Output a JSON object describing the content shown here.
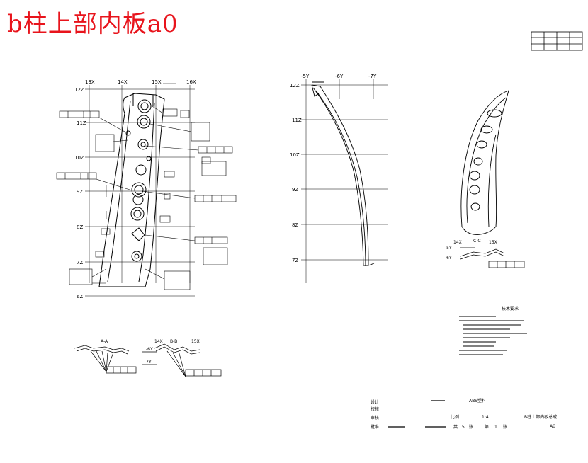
{
  "title": "b柱上部内板a0",
  "front_view": {
    "x_grid": [
      "13X",
      "14X",
      "15X",
      "16X"
    ],
    "z_grid": [
      "12Z",
      "11Z",
      "10Z",
      "9Z",
      "8Z",
      "7Z",
      "6Z"
    ]
  },
  "side_view": {
    "y_grid": [
      "-5Y",
      "-6Y",
      "-7Y"
    ],
    "z_grid": [
      "12Z",
      "11Z",
      "10Z",
      "9Z",
      "8Z",
      "7Z"
    ]
  },
  "sections": {
    "aa_label": "A-A",
    "bb_label": "B-B",
    "cc_label": "C-C",
    "labels": [
      "14X",
      "15X",
      "-6Y",
      "-7Y",
      "-5Y"
    ]
  },
  "tech_notes": {
    "heading": "技术要求"
  },
  "title_block": {
    "row_labels": [
      "设计",
      "校核",
      "审核",
      "批准"
    ],
    "material": "ABS塑料",
    "scale_label": "比例",
    "scale_value": "1:4",
    "part_name": "B柱上部内板总成",
    "sheet_size": "A0",
    "sheet_total_label": "共",
    "sheet_total": "5",
    "sheet_unit": "张",
    "sheet_no_label": "第",
    "sheet_no": "1",
    "sheet_unit2": "张"
  },
  "colors": {
    "title_red": "#e8141c",
    "line": "#000000",
    "background": "#ffffff"
  }
}
